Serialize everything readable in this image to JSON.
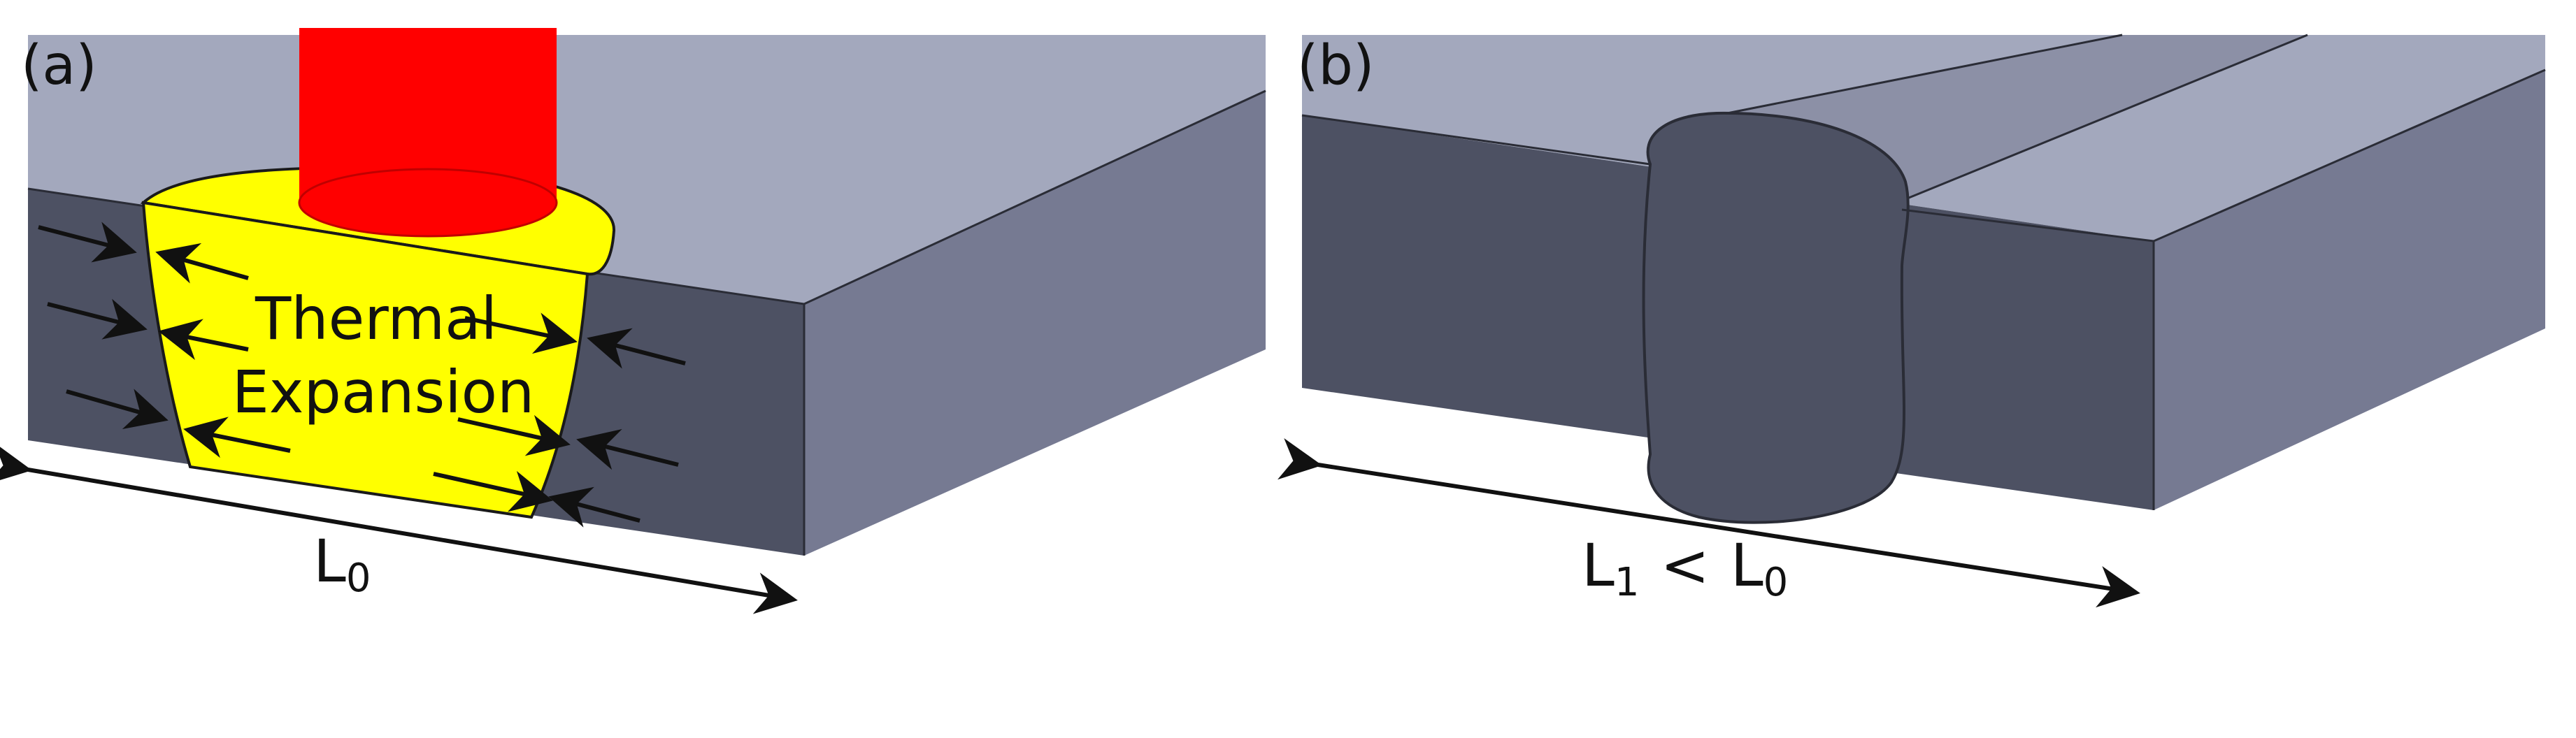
{
  "panels": [
    {
      "label": "(a)",
      "annotation_lines": [
        "Thermal",
        "Expansion"
      ],
      "length_symbol": "L",
      "length_subscript": "0"
    },
    {
      "label": "(b)",
      "length_symbol_1": "L",
      "length_subscript_1": "1",
      "relation": "<",
      "length_symbol_2": "L",
      "length_subscript_2": "0"
    }
  ],
  "colors": {
    "top_face": "#a3a8bd",
    "front_face": "#4d5163",
    "side_face": "#767a92",
    "melt_pool": "#ffff00",
    "laser_beam": "#ff0000",
    "arrow": "#111111"
  },
  "icons": [
    "laser-beam",
    "melt-pool",
    "double-headed-arrow",
    "compression-arrow"
  ]
}
